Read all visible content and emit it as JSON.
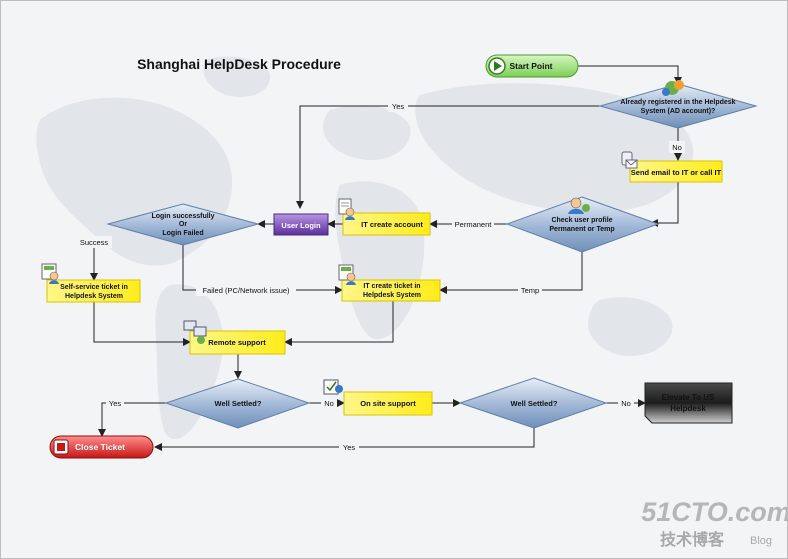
{
  "title": "Shanghai HelpDesk Procedure",
  "nodes": {
    "start": "Start Point",
    "registered_line1": "Already registered in the Helpdesk",
    "registered_line2": "System (AD account)?",
    "send_email": "Send email to IT or call IT",
    "check_profile_line1": "Check user profile",
    "check_profile_line2": "Permanent or Temp",
    "it_create_account": "IT create account",
    "user_login": "User Login",
    "login_line1": "Login successfully",
    "login_line2": "Or",
    "login_line3": "Login Failed",
    "self_service_line1": "Self-service ticket in",
    "self_service_line2": "Helpdesk System",
    "it_ticket_line1": "IT create ticket in",
    "it_ticket_line2": "Helpdesk System",
    "remote_support": "Remote support",
    "well_settled_1": "Well Settled?",
    "onsite_support": "On site support",
    "well_settled_2": "Well Settled?",
    "elevate_line1": "Elevate To US",
    "elevate_line2": "Helpdesk",
    "close_ticket": "Close Ticket"
  },
  "edges": {
    "yes_registered": "Yes",
    "no_registered": "No",
    "permanent": "Permanent",
    "temp": "Temp",
    "success": "Success",
    "failed": "Failed (PC/Network issue)",
    "yes_settled_1": "Yes",
    "no_settled_1": "No",
    "no_settled_2": "No",
    "yes_settled_2": "Yes"
  },
  "watermark": {
    "brand": "51CTO.com",
    "sub_cn": "技术博客",
    "sub_en": "Blog"
  },
  "colors": {
    "diamond": "#7d9dc4",
    "process_yellow": "#fff23a",
    "user_login_purple": "#6a3fa8",
    "start_green": "#8ed86a",
    "close_red": "#d42020",
    "elevate_dark": "#2a2a2a"
  }
}
